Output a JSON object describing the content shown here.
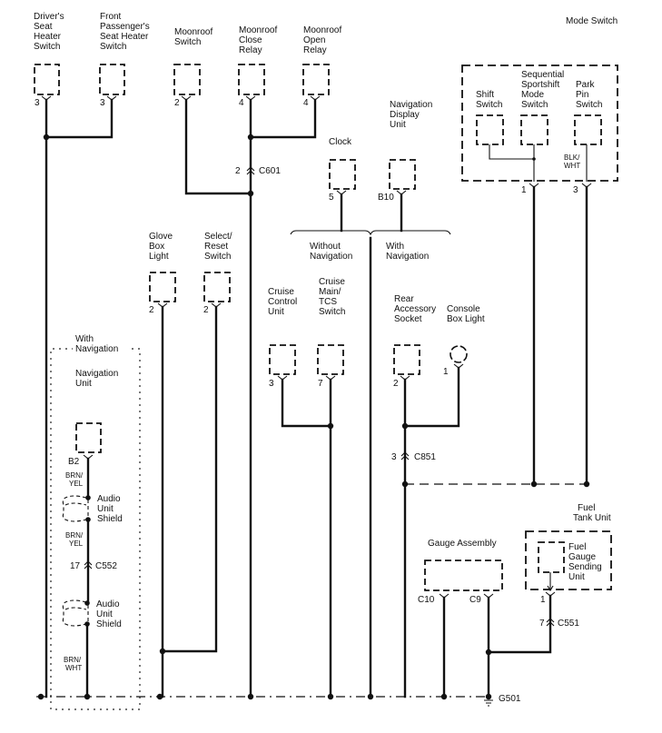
{
  "components": {
    "drivers_seat_heater": {
      "label": [
        "Driver's",
        "Seat",
        "Heater",
        "Switch"
      ],
      "pin": "3"
    },
    "passenger_seat_heater": {
      "label": [
        "Front",
        "Passenger's",
        "Seat Heater",
        "Switch"
      ],
      "pin": "3"
    },
    "moonroof_switch": {
      "label": [
        "Moonroof",
        "Switch"
      ],
      "pin": "2"
    },
    "moonroof_close_relay": {
      "label": [
        "Moonroof",
        "Close",
        "Relay"
      ],
      "pin": "4"
    },
    "moonroof_open_relay": {
      "label": [
        "Moonroof",
        "Open",
        "Relay"
      ],
      "pin": "4"
    },
    "mode_switch": {
      "label": "Mode Switch",
      "shift_switch": [
        "Shift",
        "Switch"
      ],
      "sequential_switch": [
        "Sequential",
        "Sportshift",
        "Mode",
        "Switch"
      ],
      "park_pin_switch": [
        "Park",
        "Pin",
        "Switch"
      ],
      "wire_color": [
        "BLK/",
        "WHT"
      ],
      "pins": [
        "1",
        "3"
      ]
    },
    "clock": {
      "label": "Clock",
      "pin": "5"
    },
    "navigation_display": {
      "label": [
        "Navigation",
        "Display",
        "Unit"
      ],
      "pin": "B10"
    },
    "variant_without_nav": [
      "Without",
      "Navigation"
    ],
    "variant_with_nav": [
      "With",
      "Navigation"
    ],
    "glove_box_light": {
      "label": [
        "Glove",
        "Box",
        "Light"
      ],
      "pin": "2"
    },
    "select_reset_switch": {
      "label": [
        "Select/",
        "Reset",
        "Switch"
      ],
      "pin": "2"
    },
    "cruise_control_unit": {
      "label": [
        "Cruise",
        "Control",
        "Unit"
      ],
      "pin": "3"
    },
    "cruise_main_tcs": {
      "label": [
        "Cruise",
        "Main/",
        "TCS",
        "Switch"
      ],
      "pin": "7"
    },
    "rear_accessory_socket": {
      "label": [
        "Rear",
        "Accessory",
        "Socket"
      ],
      "pin": "2"
    },
    "console_box_light": {
      "label": [
        "Console",
        "Box Light"
      ],
      "pin": "1"
    },
    "navigation_unit": {
      "region_label": [
        "With",
        "Navigation"
      ],
      "label": [
        "Navigation",
        "Unit"
      ],
      "pin": "B2",
      "wire_color_top": [
        "BRN/",
        "YEL"
      ],
      "shield_label": [
        "Audio",
        "Unit",
        "Shield"
      ],
      "wire_color_mid": [
        "BRN/",
        "YEL"
      ],
      "wire_color_bottom": [
        "BRN/",
        "WHT"
      ]
    },
    "gauge_assembly": {
      "label": "Gauge Assembly",
      "pins": [
        "C10",
        "C9"
      ]
    },
    "fuel_tank_unit": {
      "label": [
        "Fuel",
        "Tank Unit"
      ],
      "sender": [
        "Fuel",
        "Gauge",
        "Sending",
        "Unit"
      ],
      "pin": "1"
    }
  },
  "connectors": {
    "c601": {
      "pin": "2",
      "name": "C601"
    },
    "c851": {
      "pin": "3",
      "name": "C851"
    },
    "c552": {
      "pin": "17",
      "name": "C552"
    },
    "c551": {
      "pin": "7",
      "name": "C551"
    }
  },
  "ground": {
    "name": "G501"
  }
}
